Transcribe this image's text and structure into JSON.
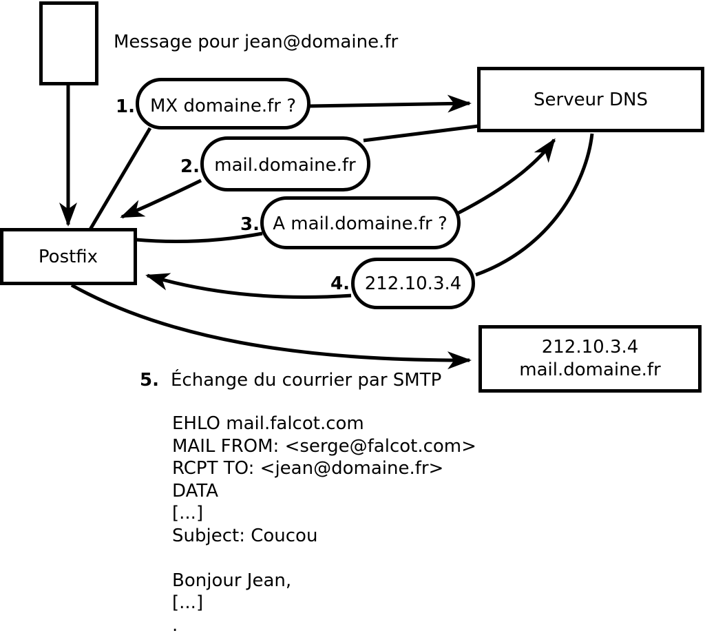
{
  "diagram": {
    "title_note": "Message pour jean@domaine.fr",
    "nodes": {
      "postfix": "Postfix",
      "dns_server": "Serveur DNS",
      "mail_server_line1": "212.10.3.4",
      "mail_server_line2": "mail.domaine.fr"
    },
    "steps": [
      {
        "num": "1.",
        "label": "MX domaine.fr ?"
      },
      {
        "num": "2.",
        "label": "mail.domaine.fr"
      },
      {
        "num": "3.",
        "label": "A mail.domaine.fr ?"
      },
      {
        "num": "4.",
        "label": "212.10.3.4"
      },
      {
        "num": "5.",
        "label": "Échange du courrier par SMTP"
      }
    ],
    "smtp_session": {
      "lines": [
        "EHLO mail.falcot.com",
        "MAIL FROM: <serge@falcot.com>",
        "RCPT TO: <jean@domaine.fr>",
        "DATA",
        "[...]",
        "Subject: Coucou",
        "",
        "Bonjour Jean,",
        "[...]",
        "."
      ]
    },
    "colors": {
      "stroke": "#000000",
      "background": "#ffffff"
    }
  }
}
